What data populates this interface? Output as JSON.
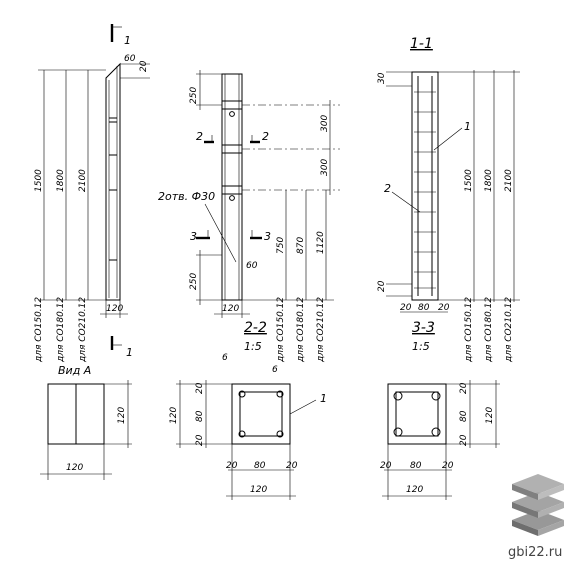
{
  "site": "gbi22.ru",
  "colors": {
    "ink": "#000000",
    "paper": "#ffffff",
    "logo": "#8d8d8d"
  },
  "logo_icon": "stacked-slabs-icon",
  "front_view": {
    "section_mark": "1",
    "top_dims": {
      "d60": "60",
      "d20": "20"
    },
    "lengths": [
      "1500",
      "1800",
      "2100"
    ],
    "width": "120",
    "notes": [
      "для СО150.12",
      "для СО180.12",
      "для СО210.12"
    ]
  },
  "side_view": {
    "dims": {
      "d250_top": "250",
      "d300a": "300",
      "d300b": "300",
      "d250_bottom": "250",
      "d60": "60",
      "d120": "120"
    },
    "hole_label": "2отв. Ф30",
    "section_marks": {
      "s2": "2",
      "s3": "3"
    },
    "lengths": [
      "750",
      "870",
      "1120"
    ],
    "notes": [
      "для СО150.12",
      "для СО180.12",
      "для СО210.12"
    ]
  },
  "section_1_1": {
    "title": "1-1",
    "leader": "1",
    "leader2": "2",
    "dims": {
      "d30": "30",
      "d20": "20",
      "d20a": "20",
      "d80": "80",
      "d20b": "20"
    },
    "lengths": [
      "1500",
      "1800",
      "2100"
    ],
    "notes": [
      "для СО150.12",
      "для СО180.12",
      "для СО210.12"
    ]
  },
  "view_a": {
    "title": "Вид А",
    "width": "120",
    "height": "120"
  },
  "section_2_2": {
    "title": "2-2",
    "scale": "1:5",
    "leader": "1",
    "top_marks": {
      "a": "6",
      "b": "6"
    },
    "v_dims": {
      "total": "120",
      "a": "20",
      "b": "80",
      "c": "20"
    },
    "h_dims": {
      "a": "20",
      "b": "80",
      "c": "20",
      "total": "120"
    }
  },
  "section_3_3": {
    "title": "3-3",
    "scale": "1:5",
    "v_dims": {
      "total": "120",
      "a": "20",
      "b": "80",
      "c": "20"
    },
    "h_dims": {
      "a": "20",
      "b": "80",
      "c": "20",
      "total": "120"
    }
  }
}
